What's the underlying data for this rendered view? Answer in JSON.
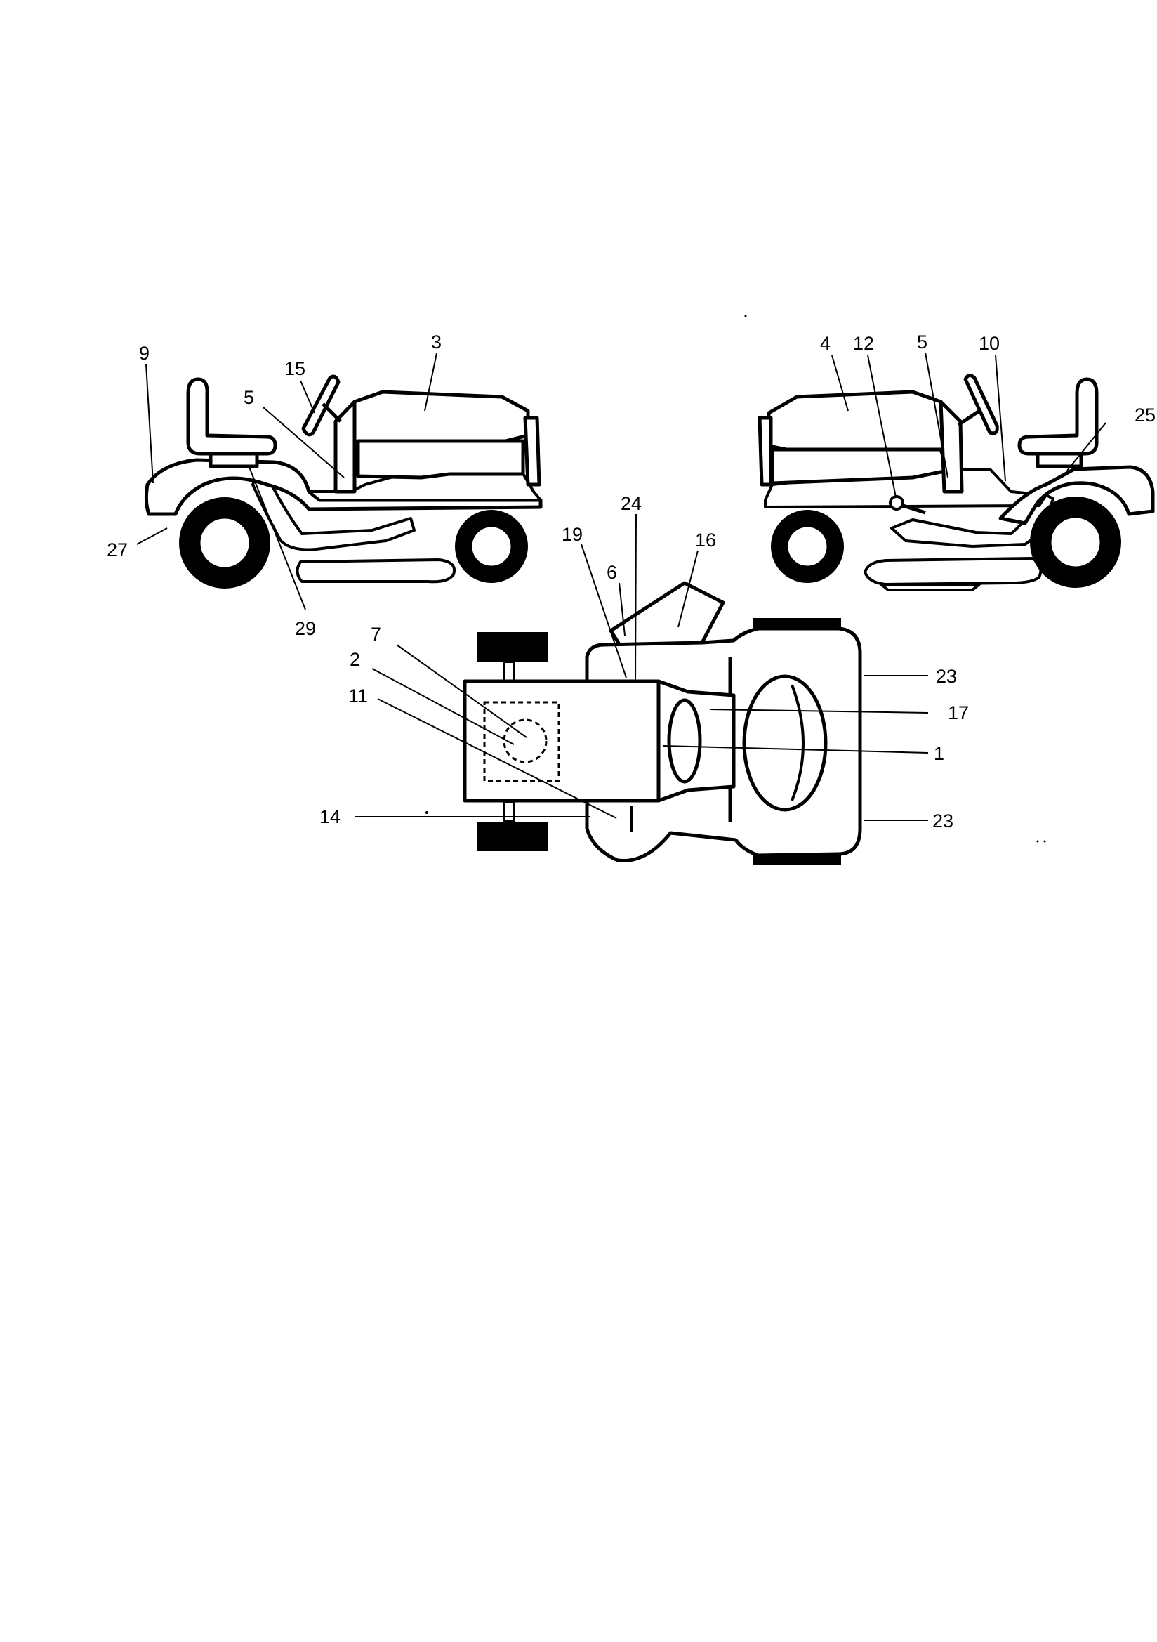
{
  "labels": {
    "l_left_9": "9",
    "l_left_15": "15",
    "l_left_3": "3",
    "l_left_5": "5",
    "l_left_27": "27",
    "l_left_29": "29",
    "l_right_4": "4",
    "l_right_12": "12",
    "l_right_5": "5",
    "l_right_10": "10",
    "l_right_25": "25",
    "l_top_24": "24",
    "l_top_19": "19",
    "l_top_6": "6",
    "l_top_16": "16",
    "l_top_7": "7",
    "l_top_2": "2",
    "l_top_11": "11",
    "l_top_14": "14",
    "l_top_23a": "23",
    "l_top_17": "17",
    "l_top_1": "1",
    "l_top_23b": "23"
  }
}
